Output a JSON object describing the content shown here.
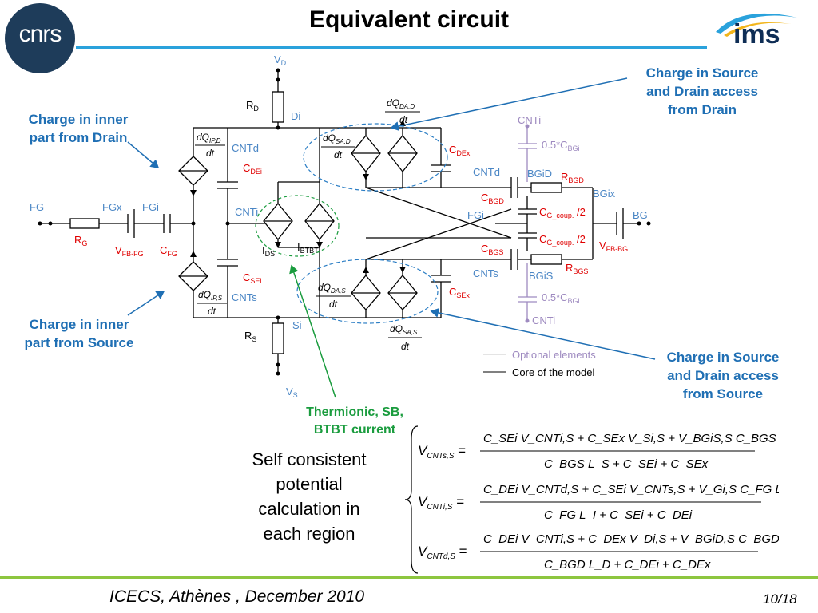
{
  "title": "Equivalent circuit",
  "footer": {
    "left": "ICECS, Athènes , December 2010",
    "page": "10/18"
  },
  "logos": {
    "left": "cnrs",
    "right": "ims"
  },
  "callouts": {
    "inner_drain": [
      "Charge in inner",
      "part from Drain"
    ],
    "inner_source": [
      "Charge in inner",
      "part from Source"
    ],
    "access_drain": [
      "Charge in Source",
      "and Drain access",
      "from Drain"
    ],
    "access_source": [
      "Charge in Source",
      "and Drain access",
      "from Source"
    ],
    "thermionic": [
      "Thermionic, SB,",
      "BTBT current"
    ],
    "self_consistent": [
      "Self consistent",
      "potential",
      "calculation in",
      "each region"
    ]
  },
  "legend": {
    "optional": "Optional elements",
    "core": "Core of the model"
  },
  "circuit": {
    "nodes": {
      "vd": "V",
      "vd_sub": "D",
      "vs": "V",
      "vs_sub": "S",
      "di": "Di",
      "si": "Si",
      "fg": "FG",
      "fgx": "FGx",
      "fgi": "FGi",
      "cntd_left": "CNTd",
      "cnti_mid": "CNTi",
      "cnts_left": "CNTs",
      "cnti_top": "CNTi",
      "cntd_right": "CNTd",
      "bgid": "BGiD",
      "bgix": "BGix",
      "bg": "BG",
      "fgi_right": "FGi",
      "cnts_right": "CNTs",
      "bgis": "BGiS",
      "cnti_bottom": "CNTi"
    },
    "labels": {
      "rd": "R",
      "rd_sub": "D",
      "rs": "R",
      "rs_sub": "S",
      "rg": "R",
      "rg_sub": "G",
      "vfbfg": "V",
      "vfbfg_sub": "FB-FG",
      "cfg": "C",
      "cfg_sub": "FG",
      "cdei": "C",
      "cdei_sub": "DEi",
      "csei": "C",
      "csei_sub": "SEi",
      "cdex": "C",
      "cdex_sub": "DEx",
      "csex": "C",
      "csex_sub": "SEx",
      "cbgd": "C",
      "cbgd_sub": "BGD",
      "cbgs": "C",
      "cbgs_sub": "BGS",
      "rbgd": "R",
      "rbgd_sub": "BGD",
      "rbgs": "R",
      "rbgs_sub": "BGS",
      "cgcoup1": "C",
      "cgcoup1_sub": "G_coup.",
      "cgcoup1_tail": " /2",
      "cgcoup2": "C",
      "cgcoup2_sub": "G_coup.",
      "cgcoup2_tail": " /2",
      "vfbbg": "V",
      "vfbbg_sub": "FB-BG",
      "ids": "I",
      "ids_sub": "DS",
      "ibtbt": "I",
      "ibtbt_sub": "BTBT",
      "opt_top": "0.5*C",
      "opt_top_sub": "BGi",
      "opt_bottom": "0.5*C",
      "opt_bottom_sub": "BGi"
    },
    "derivatives": {
      "ip_d": {
        "num": "dQ",
        "sub": "IP,D",
        "den": "dt"
      },
      "ip_s": {
        "num": "dQ",
        "sub": "IP,S",
        "den": "dt"
      },
      "sa_d": {
        "num": "dQ",
        "sub": "SA,D",
        "den": "dt"
      },
      "da_d": {
        "num": "dQ",
        "sub": "DA,D",
        "den": "dt"
      },
      "da_s": {
        "num": "dQ",
        "sub": "DA,S",
        "den": "dt"
      },
      "sa_s": {
        "num": "dQ",
        "sub": "SA,S",
        "den": "dt"
      }
    }
  },
  "equations": [
    {
      "lhs": "V",
      "lhs_sub": "CNTs,S",
      "num": "C_SEi V_CNTi,S + C_SEx V_Si,S + V_BGiS,S C_BGS L_S + Q_S",
      "den": "C_BGS L_S + C_SEi + C_SEx"
    },
    {
      "lhs": "V",
      "lhs_sub": "CNTi,S",
      "num": "C_DEi V_CNTd,S + C_SEi V_CNTs,S + V_Gi,S C_FG L_I + +Q_i",
      "den": "C_FG L_I + C_SEi + C_DEi"
    },
    {
      "lhs": "V",
      "lhs_sub": "CNTd,S",
      "num": "C_DEi V_CNTi,S + C_DEx V_Di,S + V_BGiD,S C_BGD L_D + Q_D",
      "den": "C_BGD L_D + C_DEi + C_DEx"
    }
  ],
  "colors": {
    "accent": "#2aa2dc",
    "callout": "#1f6fb4",
    "red_label": "#e00000",
    "blue_label": "#4a86c5",
    "optional": "#9e8ac0",
    "green": "#1a9c3e",
    "footer_rule": "#8dc63f"
  }
}
